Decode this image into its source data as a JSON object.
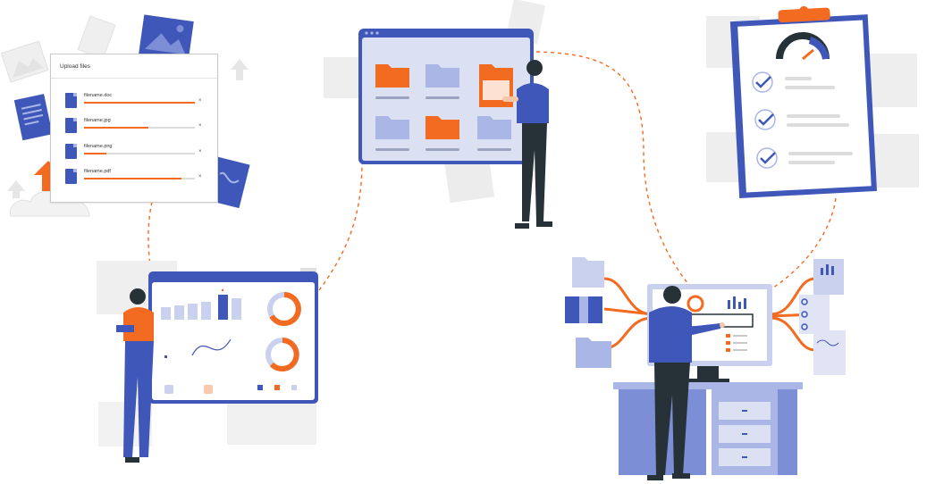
{
  "upload": {
    "title": "Upload files",
    "files": [
      {
        "name": "filename.doc",
        "progress": 1.0
      },
      {
        "name": "filename.jpg",
        "progress": 0.58
      },
      {
        "name": "filename.png",
        "progress": 0.2
      },
      {
        "name": "filename.pdf",
        "progress": 0.88
      }
    ],
    "close_glyph": "×"
  },
  "colors": {
    "accent_orange": "#f26b21",
    "brand_blue": "#3f57b8",
    "light_blue": "#a9b6e6",
    "dark_navy": "#263238",
    "light_gray": "#e6e6e6"
  },
  "icons": [
    "image-icon",
    "document-icon",
    "upload-arrow-icon",
    "cloud-icon",
    "folder-icon",
    "checkmark-icon",
    "gauge-icon",
    "clipboard-icon",
    "monitor-icon",
    "desk-icon"
  ]
}
